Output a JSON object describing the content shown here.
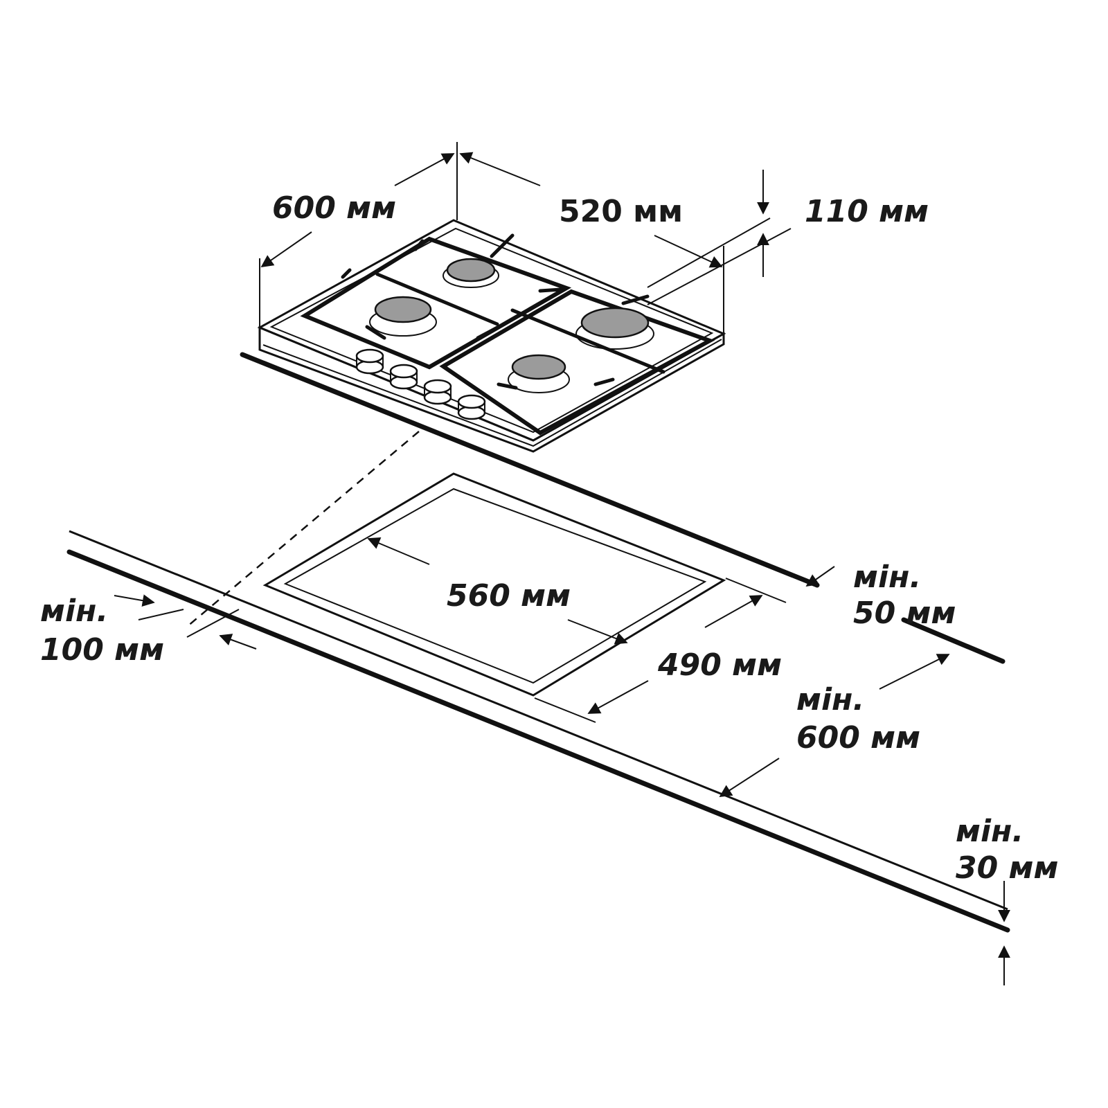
{
  "hob": {
    "width_label": "600 мм",
    "depth_label": "520 мм",
    "height_label": "110 мм"
  },
  "cutout": {
    "width_label": "560 мм",
    "depth_label": "490 мм"
  },
  "clearances": {
    "back_label_line1": "мін.",
    "back_label_line2": "50 мм",
    "side_label_line1": "мін.",
    "side_label_line2": "100 мм",
    "front_label_line1": "мін.",
    "front_label_line2": "600 мм",
    "worktop_label_line1": "мін.",
    "worktop_label_line2": "30 мм"
  }
}
